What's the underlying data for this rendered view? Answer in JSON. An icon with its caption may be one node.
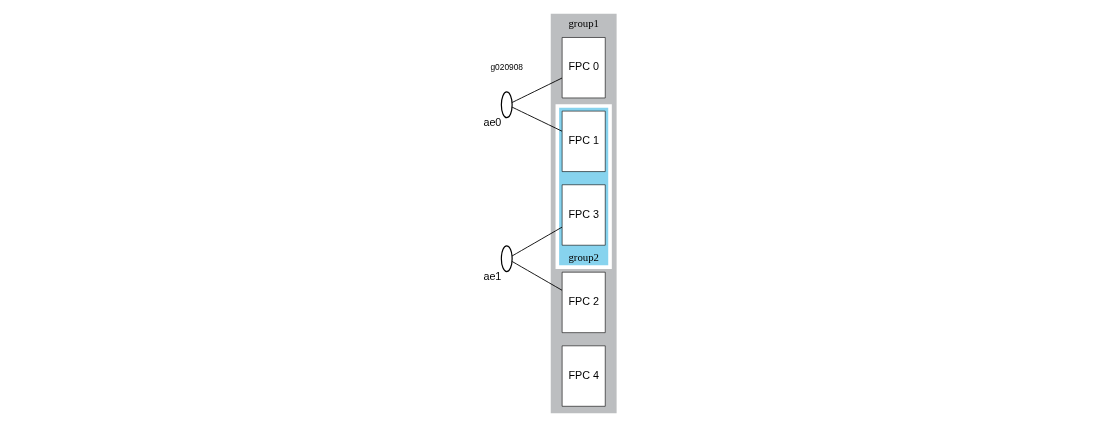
{
  "diagram": {
    "nodes": [
      {
        "text": [
          "group1"
        ]
      },
      {
        "text": [
          "group2"
        ],
        "in": 0
      },
      {
        "text": [
          "FPC 0"
        ],
        "in": 0
      },
      {
        "text": [
          "FPC 1"
        ],
        "in": 1
      },
      {
        "text": [
          "FPC 2"
        ],
        "in": 0
      },
      {
        "text": [
          "FPC 3"
        ],
        "in": 1
      },
      {
        "text": [
          "FPC 4"
        ],
        "in": 0
      },
      {
        "text": [],
        "shape": "ellipse",
        "beside": [
          "ae0"
        ]
      },
      {
        "text": [],
        "shape": "ellipse",
        "beside": [
          "ae1"
        ]
      }
    ],
    "edges": [
      {
        "from": 7,
        "to": 2,
        "arrow": "none"
      },
      {
        "from": 7,
        "to": 3,
        "arrow": "none"
      },
      {
        "from": 8,
        "to": 4,
        "arrow": "none"
      },
      {
        "from": 8,
        "to": 5,
        "arrow": "none"
      }
    ],
    "labels": [
      "g020908"
    ]
  }
}
